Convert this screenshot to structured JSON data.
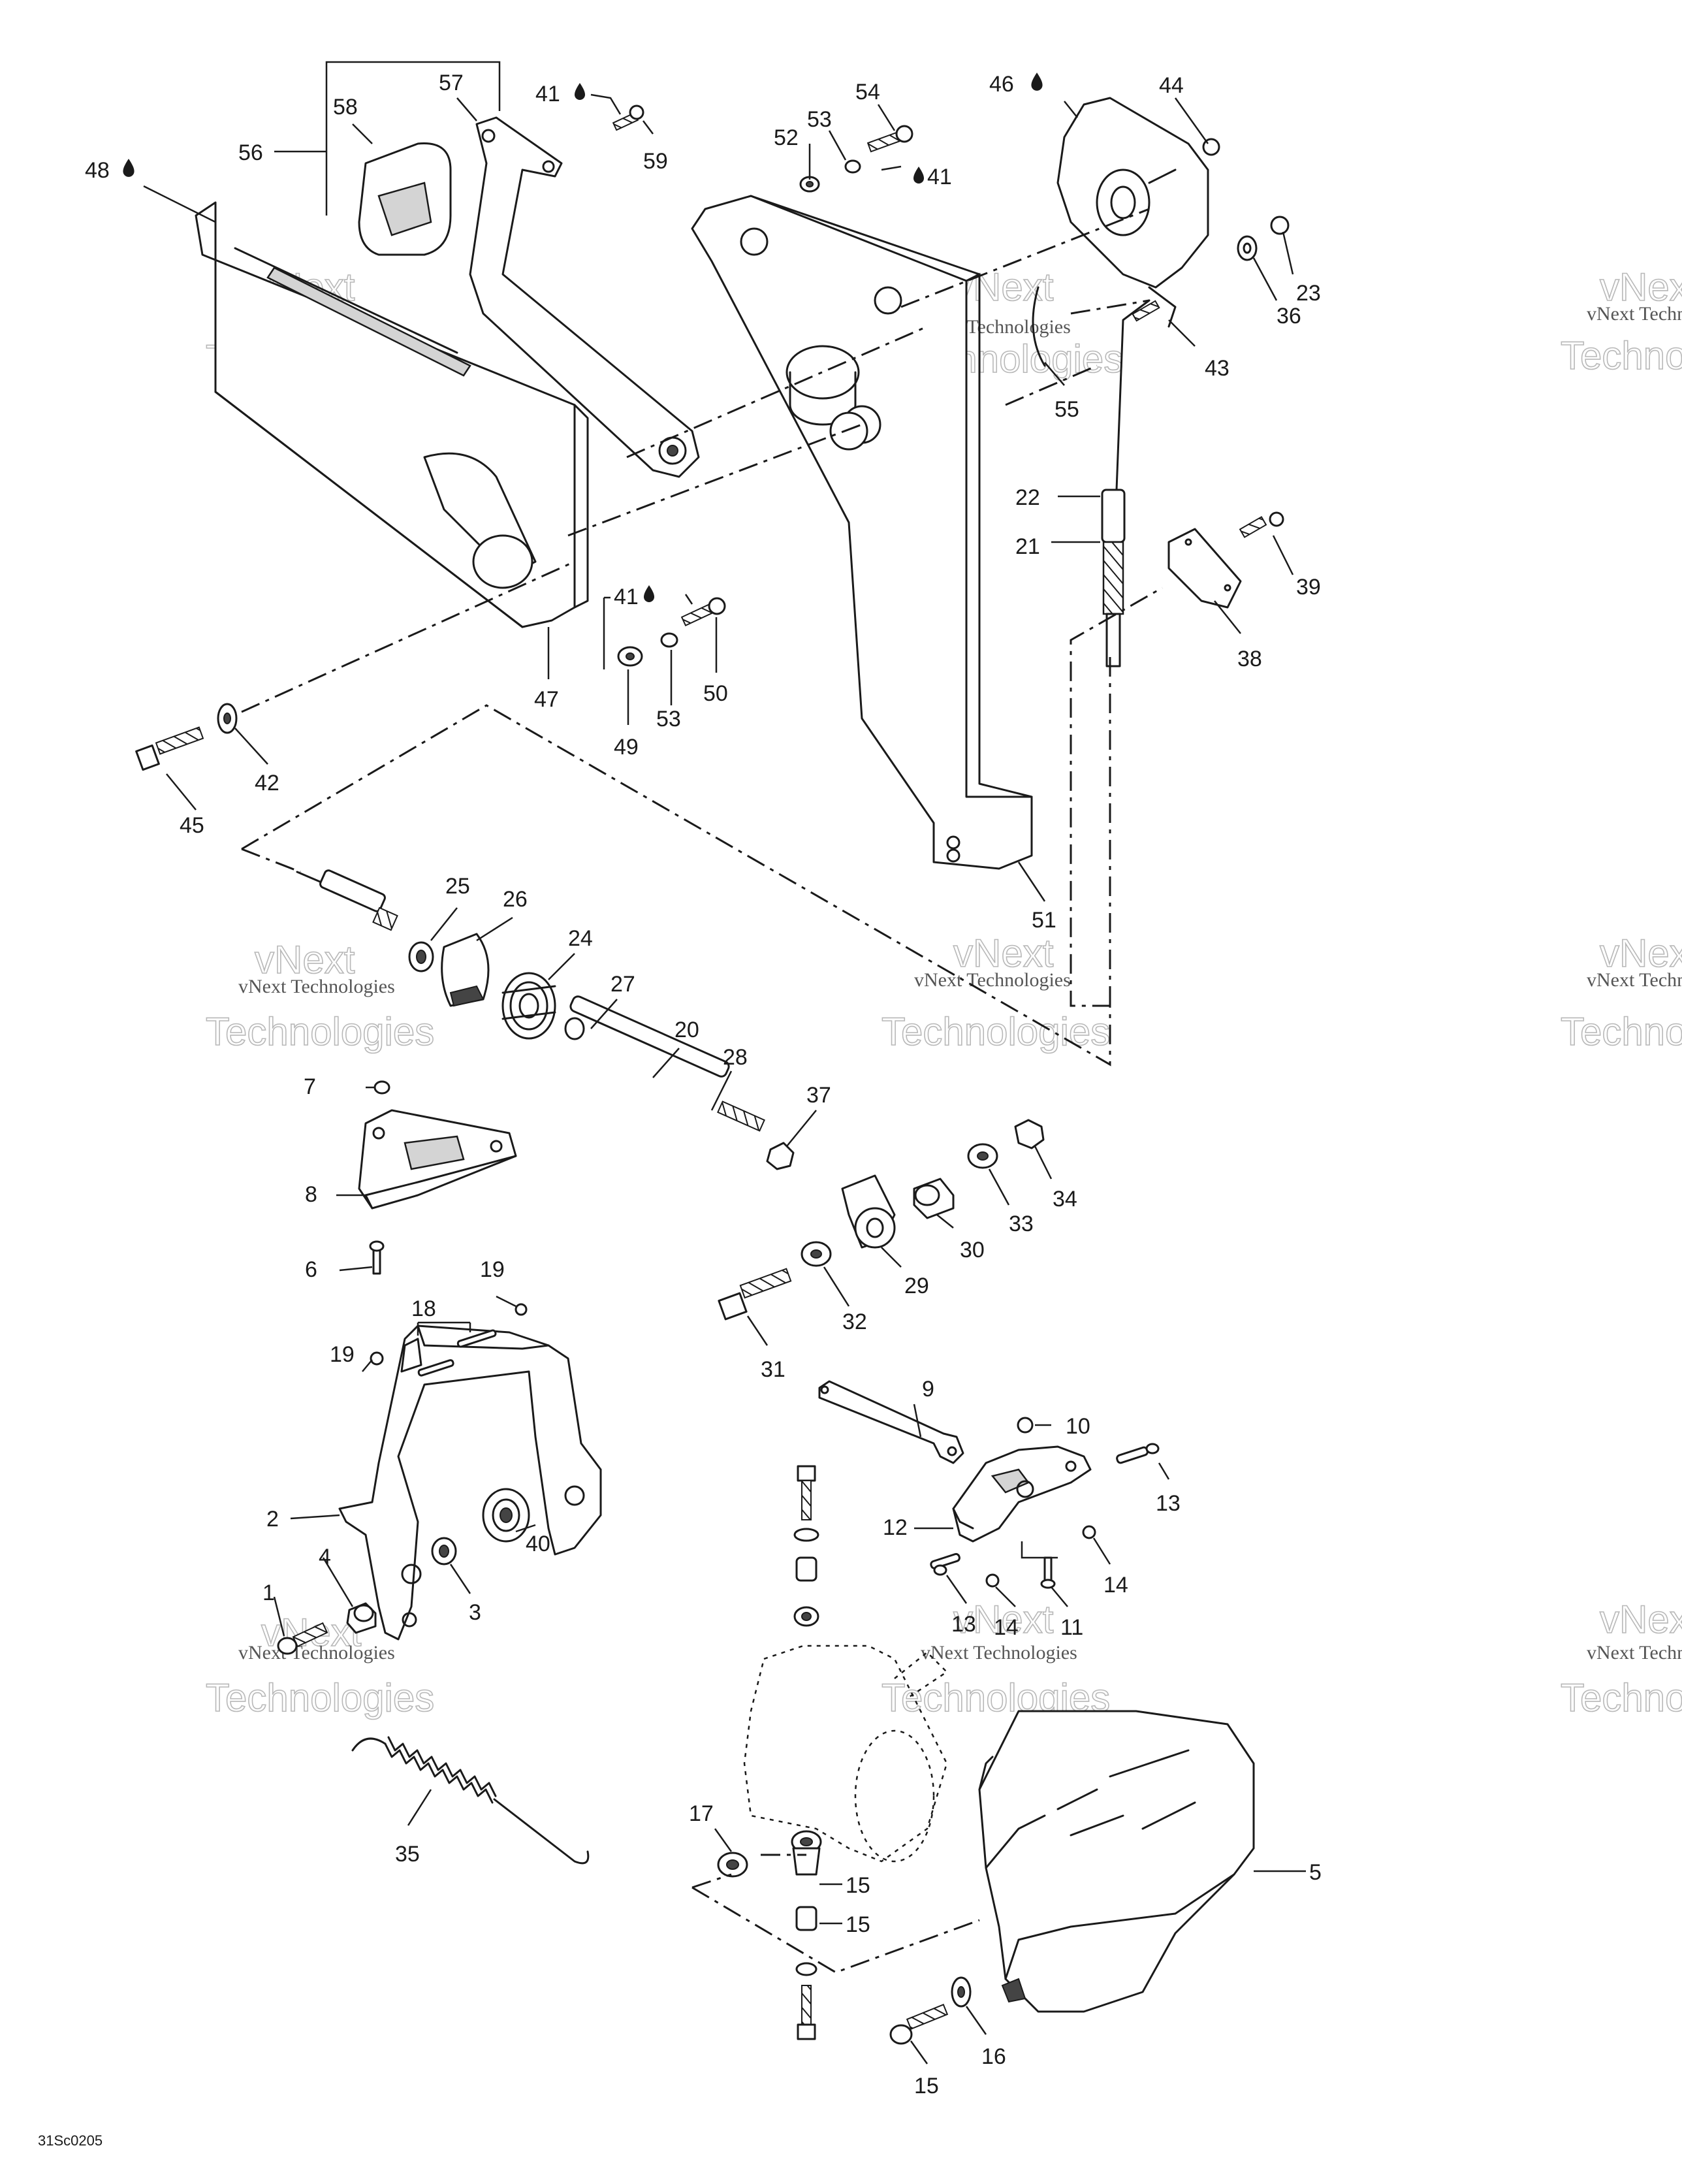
{
  "drawing_code": "31Sc0205",
  "watermark": {
    "line1": "vNext",
    "line2": "vNext Technologies",
    "line3": "Technologies"
  },
  "callouts": {
    "c1": "1",
    "c2": "2",
    "c3": "3",
    "c4": "4",
    "c5": "5",
    "c6": "6",
    "c7": "7",
    "c8": "8",
    "c9": "9",
    "c10": "10",
    "c11": "11",
    "c12": "12",
    "c13a": "13",
    "c13b": "13",
    "c14a": "14",
    "c14b": "14",
    "c15a": "15",
    "c15b": "15",
    "c15c": "15",
    "c16": "16",
    "c17": "17",
    "c18": "18",
    "c19a": "19",
    "c19b": "19",
    "c20": "20",
    "c21": "21",
    "c22": "22",
    "c23": "23",
    "c24": "24",
    "c25": "25",
    "c26": "26",
    "c27": "27",
    "c28": "28",
    "c29": "29",
    "c30": "30",
    "c31": "31",
    "c32": "32",
    "c33": "33",
    "c34": "34",
    "c35": "35",
    "c36": "36",
    "c37": "37",
    "c38": "38",
    "c39": "39",
    "c40": "40",
    "c41a": "41",
    "c41b": "41",
    "c41c": "41",
    "c42": "42",
    "c43": "43",
    "c44": "44",
    "c45": "45",
    "c46": "46",
    "c47": "47",
    "c48": "48",
    "c49": "49",
    "c50": "50",
    "c51": "51",
    "c52": "52",
    "c53a": "53",
    "c53b": "53",
    "c54": "54",
    "c55": "55",
    "c56": "56",
    "c57": "57",
    "c58": "58",
    "c59": "59"
  }
}
